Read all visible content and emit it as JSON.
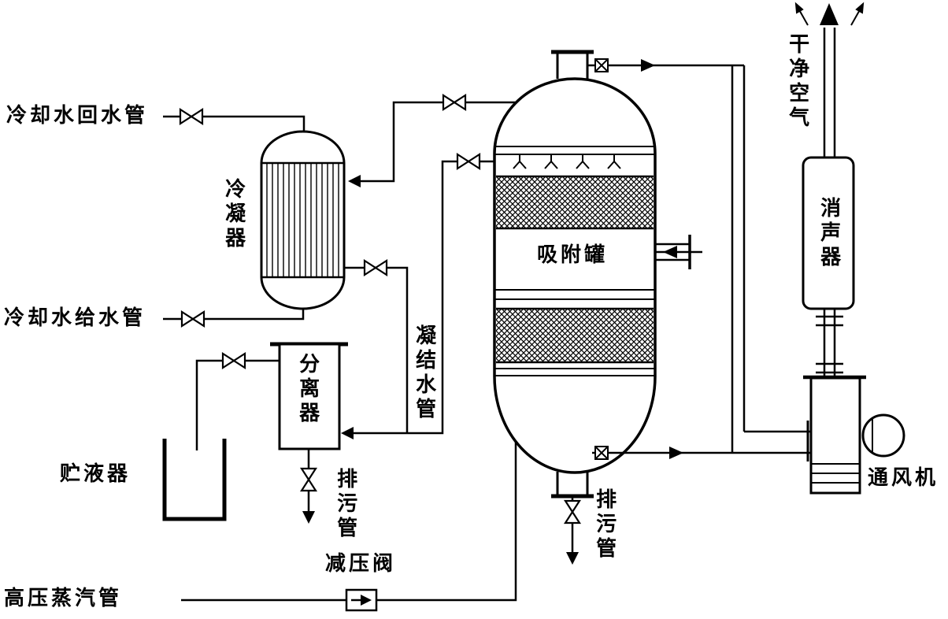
{
  "diagram": {
    "background": "#ffffff",
    "line_color": "#000000",
    "labels": {
      "cooling_water_return": "冷却水回水管",
      "condenser": "冷凝器",
      "cooling_water_supply": "冷却水给水管",
      "separator": "分离器",
      "storage_tank": "贮液器",
      "condensate_pipe": "凝结水管",
      "adsorption_tank": "吸附罐",
      "drain_pipe_left": "排污管",
      "drain_pipe_right": "排污管",
      "pressure_reducing_valve": "减压阀",
      "high_pressure_steam_pipe": "高压蒸汽管",
      "clean_air": "干净空气",
      "muffler": "消声器",
      "fan": "通风机"
    }
  }
}
